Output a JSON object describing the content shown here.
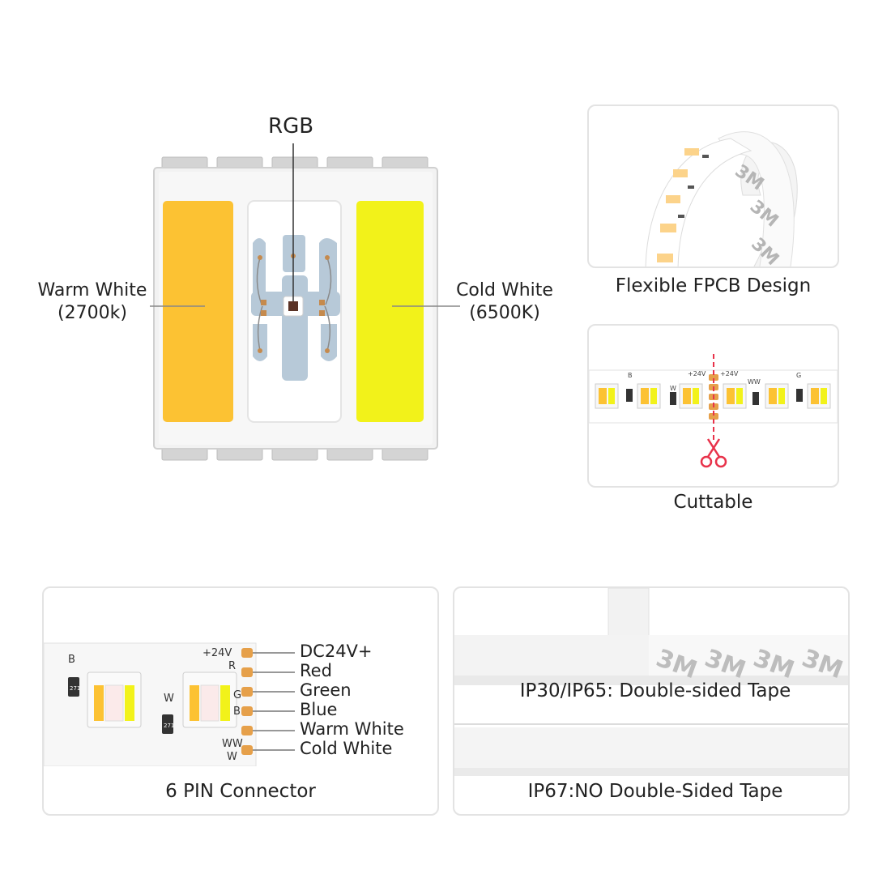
{
  "colors": {
    "warm_white": "#fcc233",
    "cold_white": "#f2f21a",
    "rgb_chip": "#5a3226",
    "cut_line": "#e8324a",
    "pin_gold": "#e6a04a"
  },
  "led_diagram": {
    "rgb_label": "RGB",
    "warm_white_label": "Warm White",
    "warm_white_temp": "(2700k)",
    "cold_white_label": "Cold White",
    "cold_white_temp": "(6500K)"
  },
  "flexible_card": {
    "caption": "Flexible FPCB Design",
    "tape_marks": [
      "3M",
      "3M",
      "3M"
    ]
  },
  "cuttable_card": {
    "caption": "Cuttable",
    "pad_labels": [
      "B",
      "+24V",
      "+24V",
      "WW",
      "W",
      "G"
    ],
    "icon": "scissors-icon"
  },
  "connector_card": {
    "caption": "6 PIN  Connector",
    "strip_labels": [
      "B",
      "+24V",
      "R",
      "W",
      "WW",
      "W",
      "G",
      "B"
    ],
    "resistor_text": "271",
    "pins": [
      "DC24V+",
      "Red",
      "Green",
      "Blue",
      "Warm White",
      "Cold White"
    ]
  },
  "tape_card": {
    "caption_top": "IP30/IP65: Double-sided Tape",
    "caption_bottom": "IP67:NO Double-Sided Tape",
    "tape_marks": [
      "3M",
      "3M",
      "3M",
      "3M"
    ]
  }
}
